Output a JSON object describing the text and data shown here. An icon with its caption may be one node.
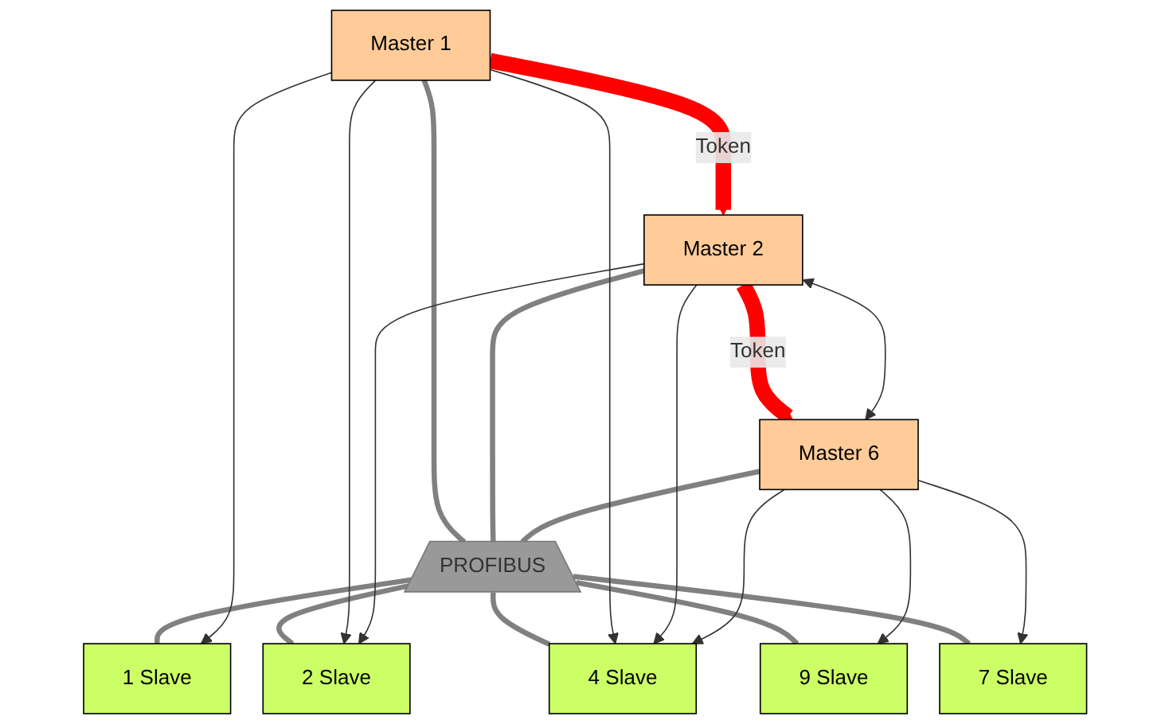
{
  "diagram": {
    "nodes": [
      {
        "text": [
          "Master 1"
        ]
      },
      {
        "text": [
          "Master 2"
        ]
      },
      {
        "text": [
          "Master 6"
        ]
      },
      {
        "text": [
          "PROFIBUS"
        ]
      },
      {
        "text": [
          "1 Slave"
        ]
      },
      {
        "text": [
          "2 Slave"
        ]
      },
      {
        "text": [
          "4 Slave"
        ]
      },
      {
        "text": [
          "9 Slave"
        ]
      },
      {
        "text": [
          "7 Slave"
        ]
      }
    ],
    "edges": [
      {
        "from": 0,
        "to": 1,
        "arrow": "to",
        "label": "Token",
        "style": "thick",
        "color": "#ff0000"
      },
      {
        "from": 1,
        "to": 2,
        "arrow": "to",
        "label": "Token",
        "style": "thick",
        "color": "#ff0000"
      },
      {
        "from": 1,
        "to": 2,
        "arrow": "both"
      },
      {
        "from": 0,
        "to": 3,
        "arrow": "none",
        "color": "#808080"
      },
      {
        "from": 1,
        "to": 3,
        "arrow": "none",
        "color": "#808080"
      },
      {
        "from": 2,
        "to": 3,
        "arrow": "none",
        "color": "#808080"
      },
      {
        "from": 3,
        "to": 4,
        "arrow": "none",
        "color": "#808080"
      },
      {
        "from": 3,
        "to": 5,
        "arrow": "none",
        "color": "#808080"
      },
      {
        "from": 3,
        "to": 6,
        "arrow": "none",
        "color": "#808080"
      },
      {
        "from": 3,
        "to": 7,
        "arrow": "none",
        "color": "#808080"
      },
      {
        "from": 3,
        "to": 8,
        "arrow": "none",
        "color": "#808080"
      },
      {
        "from": 0,
        "to": 4,
        "arrow": "to"
      },
      {
        "from": 0,
        "to": 5,
        "arrow": "to"
      },
      {
        "from": 0,
        "to": 6,
        "arrow": "to"
      },
      {
        "from": 1,
        "to": 5,
        "arrow": "to"
      },
      {
        "from": 1,
        "to": 6,
        "arrow": "to"
      },
      {
        "from": 2,
        "to": 6,
        "arrow": "to"
      },
      {
        "from": 2,
        "to": 7,
        "arrow": "to"
      },
      {
        "from": 2,
        "to": 8,
        "arrow": "to"
      }
    ]
  }
}
